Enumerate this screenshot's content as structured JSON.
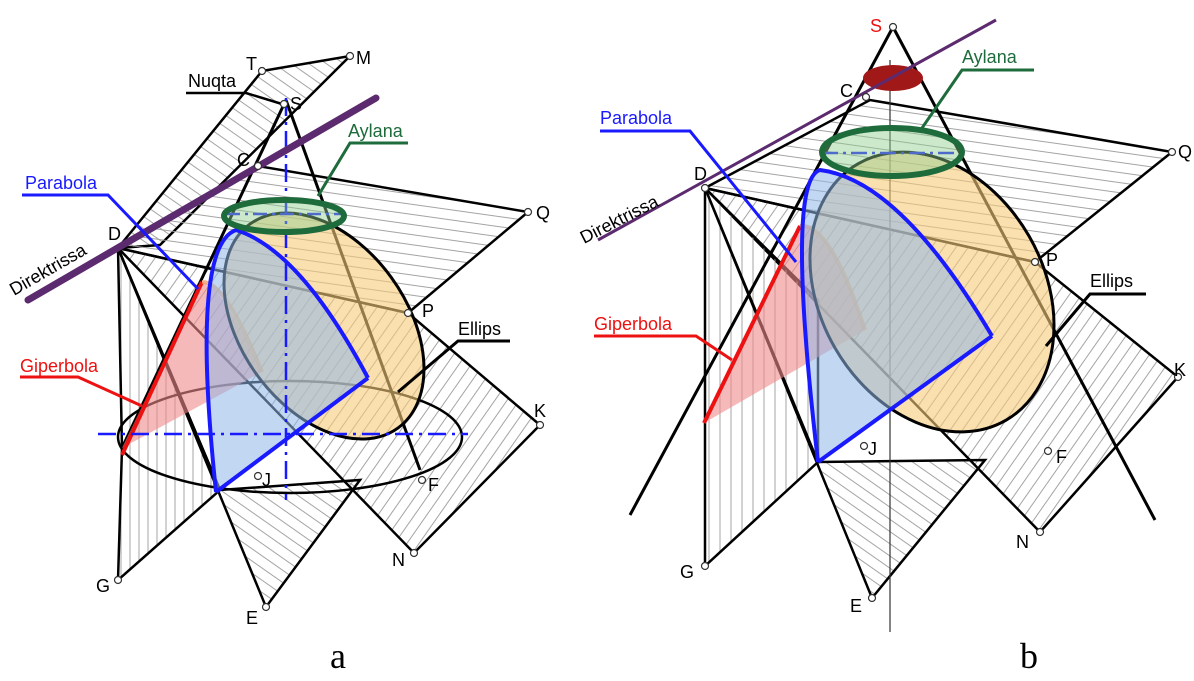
{
  "colors": {
    "black": "#000000",
    "blue": "#1a1aff",
    "red": "#ee1111",
    "green": "#1e6b3c",
    "purple": "#5c2a6e",
    "dark_red": "#a01818",
    "ellipse_fill": "#f7c97a",
    "blue_fill": "#8fb8e8",
    "red_fill": "#f08a8a",
    "hatch": "#9a9a9a"
  },
  "panel_a": {
    "caption": "a",
    "points": {
      "S": "S",
      "T": "T",
      "M": "M",
      "C": "C",
      "D": "D",
      "Q": "Q",
      "P": "P",
      "K": "K",
      "F": "F",
      "N": "N",
      "J": "J",
      "G": "G",
      "E": "E"
    },
    "labels": {
      "nuqta": "Nuqta",
      "aylana": "Aylana",
      "parabola": "Parabola",
      "direktrissa": "Direktrissa",
      "giperbola": "Giperbola",
      "ellips": "Ellips"
    }
  },
  "panel_b": {
    "caption": "b",
    "points": {
      "S": "S",
      "C": "C",
      "D": "D",
      "Q": "Q",
      "P": "P",
      "K": "K",
      "F": "F",
      "N": "N",
      "J": "J",
      "G": "G",
      "E": "E"
    },
    "labels": {
      "aylana": "Aylana",
      "parabola": "Parabola",
      "direktrissa": "Direktrissa",
      "giperbola": "Giperbola",
      "ellips": "Ellips"
    }
  }
}
